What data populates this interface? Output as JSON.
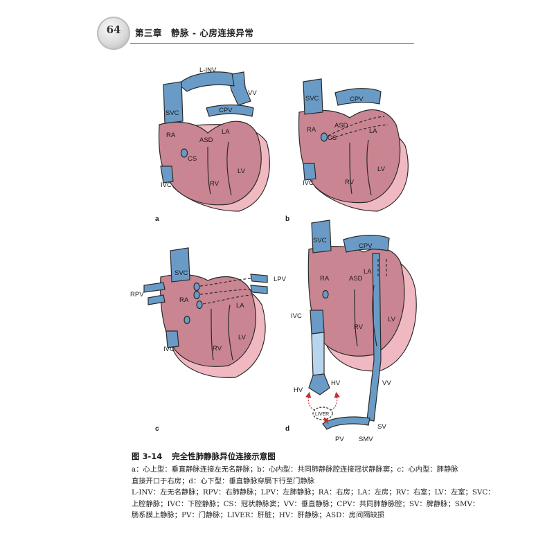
{
  "header": {
    "page_number": "64",
    "chapter": "第三章　静脉 - 心房连接异常"
  },
  "figure": {
    "panel_a": {
      "letter": "a",
      "labels": {
        "l_inv": "L-INV",
        "vv": "VV",
        "svc": "SVC",
        "cpv": "CPV",
        "ra": "RA",
        "la": "LA",
        "asd": "ASD",
        "cs": "CS",
        "lv": "LV",
        "rv": "RV",
        "ivc": "IVC"
      }
    },
    "panel_b": {
      "letter": "b",
      "labels": {
        "svc": "SVC",
        "cpv": "CPV",
        "ra": "RA",
        "asd": "ASD",
        "la": "LA",
        "cs": "CS",
        "lv": "LV",
        "rv": "RV",
        "ivc": "IVC"
      }
    },
    "panel_c": {
      "letter": "c",
      "labels": {
        "svc": "SVC",
        "rpv": "RPV",
        "lpv": "LPV",
        "ra": "RA",
        "la": "LA",
        "rv": "RV",
        "lv": "LV",
        "ivc": "IVC"
      }
    },
    "panel_d": {
      "letter": "d",
      "labels": {
        "svc": "SVC",
        "cpv": "CPV",
        "ra": "RA",
        "asd": "ASD",
        "la": "LA",
        "lv": "LV",
        "rv": "RV",
        "ivc": "IVC",
        "hv_left": "HV",
        "hv_right": "HV",
        "vv": "VV",
        "liver": "LIVER",
        "sv": "SV",
        "pv": "PV",
        "smv": "SMV"
      }
    }
  },
  "caption": {
    "figure_number": "图 3-14",
    "title": "完全性肺静脉异位连接示意图",
    "lines": [
      "a：心上型：垂直静脉连接左无名静脉；b：心内型：共同肺静脉腔连接冠状静脉窦；c：心内型：肺静脉",
      "直接开口于右房；d：心下型：垂直静脉穿膈下行至门静脉",
      "L-INV：左无名静脉；RPV：右肺静脉；LPV：左肺静脉；RA：右房；LA：左房；RV：右室；LV：左室；SVC：",
      "上腔静脉；IVC：下腔静脉；CS：冠状静脉窦；VV：垂直静脉；CPV：共同肺静脉腔；SV：脾静脉；SMV：",
      "肠系膜上静脉；PV：门静脉；LIVER：肝脏；HV：肝静脉；ASD：房间隔缺损"
    ]
  },
  "colors": {
    "myocardium": "#c98591",
    "pericardium": "#f0b9c2",
    "vein": "#6a9bc7",
    "vein_light": "#b7d5ec",
    "outline": "#2a2a2a",
    "arrow": "#c0302e"
  }
}
